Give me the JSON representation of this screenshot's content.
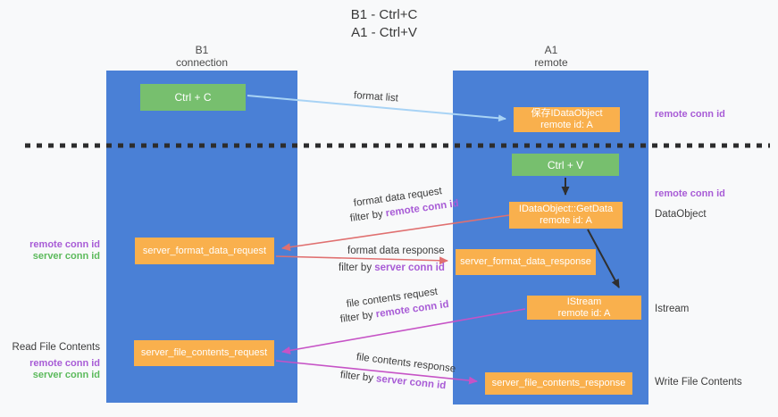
{
  "title": {
    "line1": "B1 - Ctrl+C",
    "line2": "A1 - Ctrl+V"
  },
  "columns": {
    "left": {
      "name": "B1",
      "subtitle": "connection"
    },
    "right": {
      "name": "A1",
      "subtitle": "remote"
    }
  },
  "boxes": {
    "ctrl_c": {
      "label": "Ctrl + C"
    },
    "save_dataobject": {
      "line1": "保存IDataObject",
      "line2": "remote id: A"
    },
    "ctrl_v": {
      "label": "Ctrl + V"
    },
    "getdata": {
      "line1": "IDataObject::GetData",
      "line2": "remote id: A"
    },
    "format_request": {
      "label": "server_format_data_request"
    },
    "format_response": {
      "label": "server_format_data_response"
    },
    "istream": {
      "line1": "IStream",
      "line2": "remote id: A"
    },
    "file_request": {
      "label": "server_file_contents_request"
    },
    "file_response": {
      "label": "server_file_contents_response"
    }
  },
  "right_labels": {
    "remote_conn_top": "remote conn id",
    "remote_conn_mid": "remote conn id",
    "dataobject": "DataObject",
    "istream": "Istream",
    "write_file": "Write File Contents"
  },
  "left_labels": {
    "remote_conn_top": "remote conn id",
    "server_conn_top": "server conn id",
    "read_file": "Read File Contents",
    "remote_conn_bottom": "remote conn id",
    "server_conn_bottom": "server conn id"
  },
  "arrow_labels": {
    "format_list": "format list",
    "format_request": "format data request",
    "format_request_filter_prefix": "filter by ",
    "format_request_filter_key": "remote conn id",
    "format_response": "format data response",
    "format_response_filter_prefix": "filter by ",
    "format_response_filter_key": "server conn id",
    "file_request": "file contents request",
    "file_request_filter_prefix": "filter by ",
    "file_request_filter_key": "remote conn id",
    "file_response": "file contents response",
    "file_response_filter_prefix": "filter by ",
    "file_response_filter_key": "server conn id"
  },
  "colors": {
    "background": "#f8f9fa",
    "column_blue": "#4a80d6",
    "box_green": "#77bf6e",
    "box_orange": "#f9b04d",
    "label_purple": "#a85cd6",
    "label_green": "#5cba5c",
    "arrow_red": "#e07070",
    "arrow_magenta": "#c653c6",
    "arrow_lightblue": "#a8d3f5",
    "arrow_black": "#2f2f2f",
    "dashed_line": "#2d2d2d"
  }
}
